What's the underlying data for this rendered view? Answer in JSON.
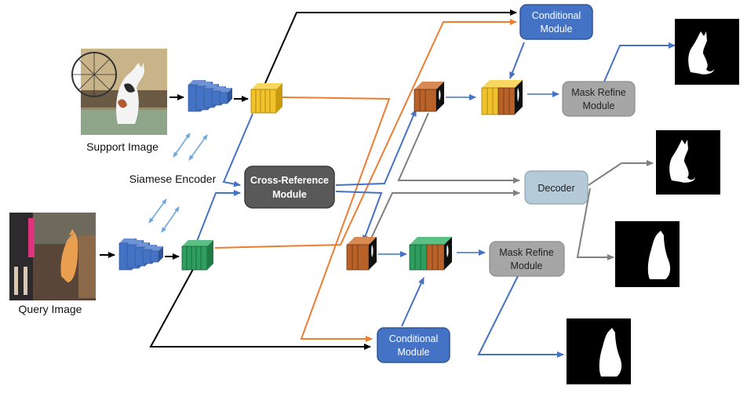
{
  "labels": {
    "support_image": "Support Image",
    "query_image": "Query Image",
    "siamese_encoder": "Siamese Encoder"
  },
  "blocks": {
    "conditional_top": [
      "Conditional",
      "Module"
    ],
    "cross_reference": [
      "Cross-Reference",
      "Module"
    ],
    "mask_refine_top": [
      "Mask Refine",
      "Module"
    ],
    "decoder": [
      "Decoder"
    ],
    "mask_refine_bottom": [
      "Mask Refine",
      "Module"
    ],
    "conditional_bottom": [
      "Conditional",
      "Module"
    ]
  },
  "colors": {
    "conditional_fill": "#4472c4",
    "cross_reference_fill": "#595959",
    "mask_refine_fill": "#a6a6a6",
    "decoder_fill": "#b4cad6",
    "arrow_blue": "#4472c4",
    "arrow_orange": "#ed7d31",
    "arrow_black": "#000000",
    "arrow_gray": "#7f7f7f",
    "feature_yellow": "#f2c12e",
    "feature_green": "#2e9e5e",
    "feature_brown": "#b8622a",
    "encoder_blue": "#4472c4"
  },
  "icons": {
    "support_photo": "cat-photo-icon",
    "query_photo": "dog-photo-icon",
    "mask_outputs": "segmentation-mask-icon"
  }
}
